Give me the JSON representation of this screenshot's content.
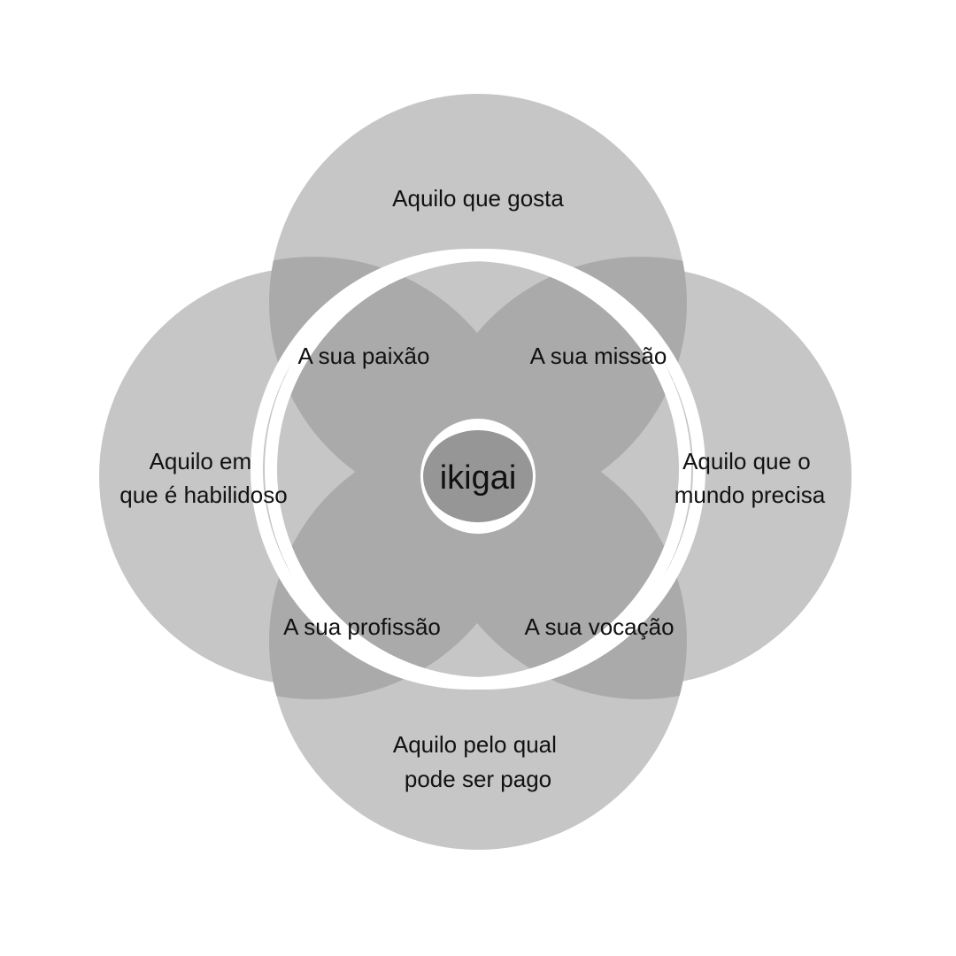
{
  "diagram": {
    "colors": {
      "background": "#ffffff",
      "outer_fill": "#c6c6c6",
      "pair_fill": "#aaaaaa",
      "triple_fill": "#9b9b9b",
      "center_fill": "#969696",
      "ring": "#ffffff",
      "text": "#111111"
    },
    "circles": {
      "top": {
        "lines": [
          "Aquilo que gosta"
        ]
      },
      "left": {
        "lines": [
          "Aquilo em",
          "que é habilidoso"
        ]
      },
      "right": {
        "lines": [
          "Aquilo que o",
          "mundo precisa"
        ]
      },
      "bottom": {
        "lines": [
          "Aquilo pelo qual",
          "pode ser pago"
        ]
      }
    },
    "intersections": {
      "paixao": "A sua paixão",
      "missao": "A sua missão",
      "profissao": "A sua profissão",
      "vocacao": "A sua vocação"
    },
    "center": "ikigai"
  }
}
